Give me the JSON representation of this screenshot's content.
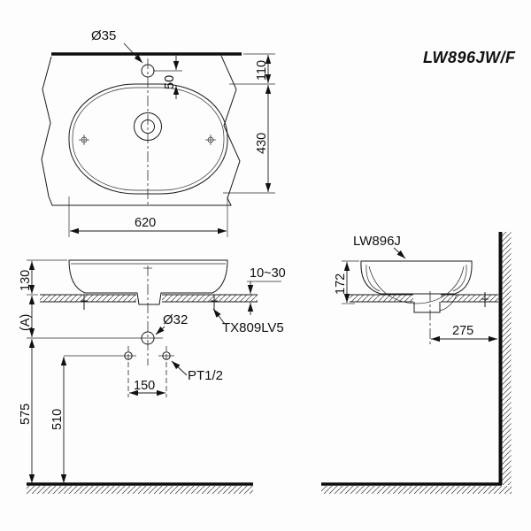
{
  "title": "LW896JW/F",
  "top_view": {
    "faucet_hole_dia": "Ø35",
    "hole_to_rim": "50",
    "wall_to_rim": "110",
    "basin_depth": "430",
    "basin_width": "620"
  },
  "front_view": {
    "rim_above_counter": "130",
    "counter_to_drain": "(A)",
    "floor_to_drain": "575",
    "floor_to_supply": "510",
    "drain_dia": "Ø32",
    "drain_fitting_model": "TX809LV5",
    "counter_thickness_range": "10~30",
    "supply_thread": "PT1/2",
    "supply_hole_spacing": "150"
  },
  "side_view": {
    "product_model": "LW896J",
    "basin_height": "172",
    "drain_to_wall": "275"
  }
}
